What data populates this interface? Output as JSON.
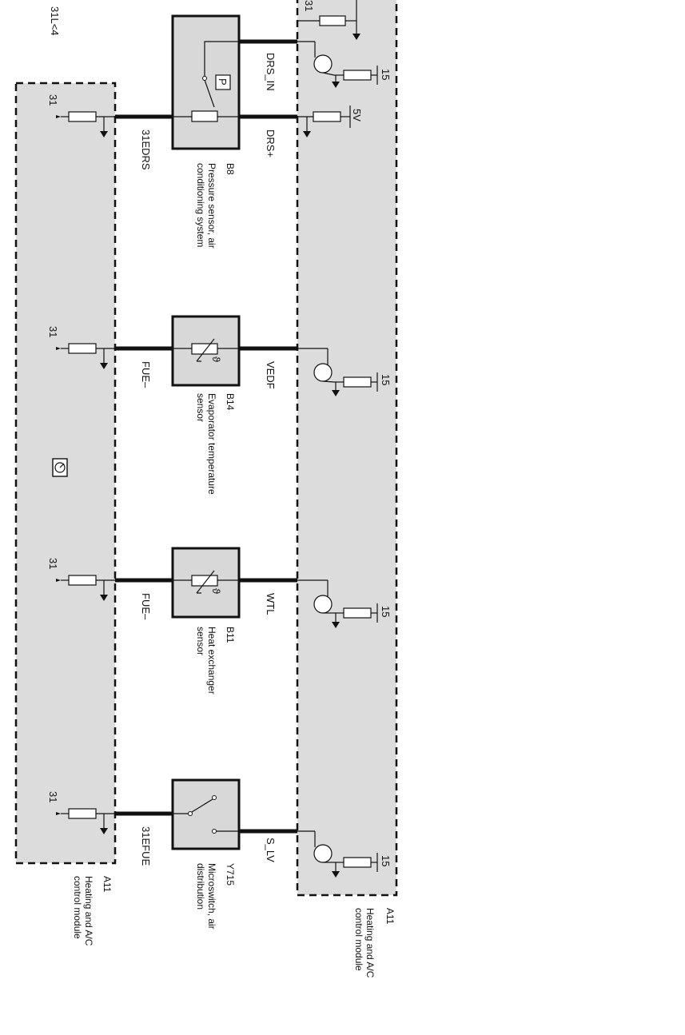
{
  "corner_label": "31L<4",
  "left_module": {
    "id": "A11",
    "name": "Heating and A/C control module"
  },
  "right_module": {
    "id": "A11",
    "name": "Heating and A/C control module"
  },
  "components": [
    {
      "id": "B8",
      "name": "Pressure sensor, air conditioning system",
      "symbol": "P",
      "left_wire": "31EDRS",
      "right_wire_top": "DRS_IN",
      "right_wire_bottom": "DRS+",
      "ground": "31",
      "supply_top": "15",
      "supply_bottom": "5V"
    },
    {
      "id": "B14",
      "name": "Evaporator temperature sensor",
      "symbol": "ϑ",
      "left_wire": "FUE–",
      "right_wire": "VEDF",
      "ground": "31",
      "supply": "15"
    },
    {
      "id": "B11",
      "name": "Heat exchanger sensor",
      "symbol": "ϑ",
      "left_wire": "FUE–",
      "right_wire": "WTL",
      "ground": "31",
      "supply": "15"
    },
    {
      "id": "Y715",
      "name": "Microswitch, air distribution",
      "left_wire": "31EFUE",
      "right_wire": "S_LV",
      "ground": "31",
      "supply": "15"
    }
  ],
  "top_ground": "31"
}
